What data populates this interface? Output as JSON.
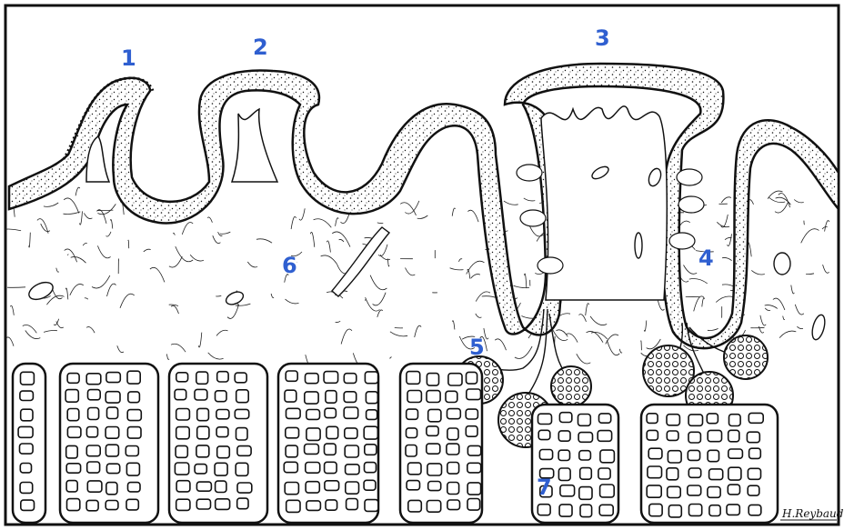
{
  "figure": {
    "labels": [
      {
        "id": "label-1",
        "text": "1"
      },
      {
        "id": "label-2",
        "text": "2"
      },
      {
        "id": "label-3",
        "text": "3"
      },
      {
        "id": "label-4",
        "text": "4"
      },
      {
        "id": "label-5",
        "text": "5"
      },
      {
        "id": "label-6",
        "text": "6"
      },
      {
        "id": "label-7",
        "text": "7"
      }
    ],
    "signature": "H.Reybaud",
    "colors": {
      "label": "#2f5fd0",
      "ink": "#111111",
      "background": "#ffffff"
    }
  }
}
